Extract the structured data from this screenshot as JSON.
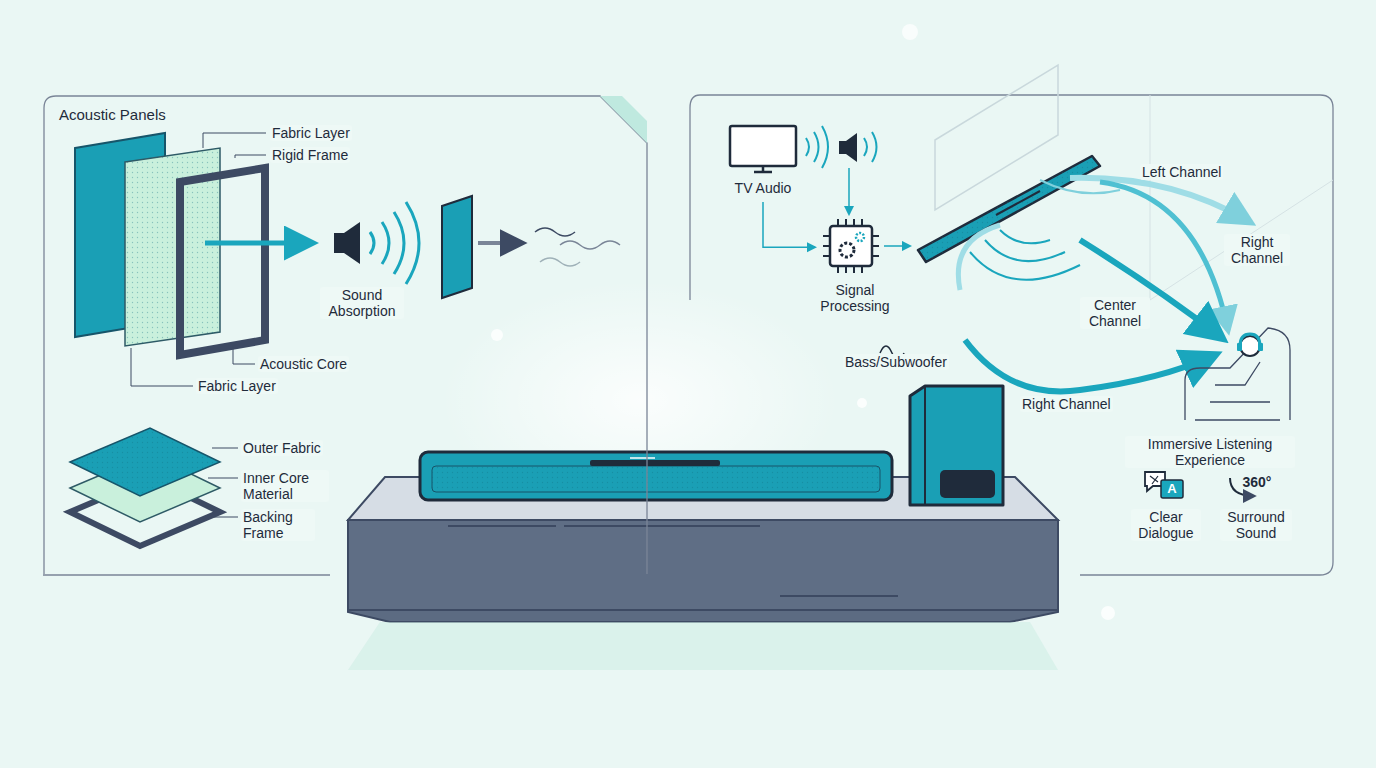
{
  "diagram": {
    "nodes": [
      {
        "text": [
          "Acoustic Panels"
        ]
      },
      {
        "text": [
          "TV Audio"
        ]
      },
      {
        "text": [
          "Signal Processing"
        ]
      }
    ],
    "edges": [
      {
        "from": 1,
        "to": 2,
        "arrow": "to"
      }
    ],
    "labels": [
      "Fabric Layer",
      "Rigid Frame",
      "Sound Absorption",
      "Acoustic Core",
      "Fabric Layer",
      "Outer Fabric",
      "Inner Core Material",
      "Backing Frame",
      "Left Channel",
      "Right Channel",
      "Center Channel",
      "Bass/Subwoofer",
      "Right Channel",
      "Immersive Listening Experience",
      "A",
      "Clear Dialogue",
      "360°",
      "Surround Sound"
    ]
  }
}
